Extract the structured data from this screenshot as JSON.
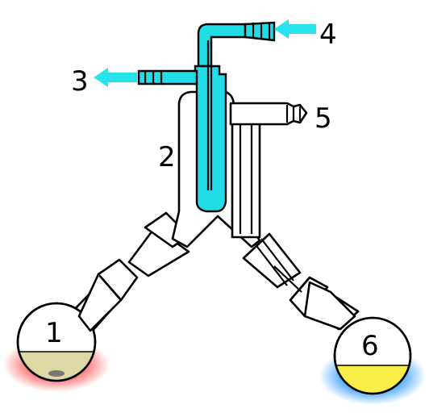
{
  "labels": {
    "l1": "1",
    "l2": "2",
    "l3": "3",
    "l4": "4",
    "l5": "5",
    "l6": "6"
  },
  "colors": {
    "coolant": "#22dde6",
    "coolant_arrow": "#26e3ec",
    "liquid_left": "#dcd9a4",
    "liquid_right": "#f7ee47",
    "heat_glow": "#ff6b6b",
    "cold_glow": "#3aa0ff"
  }
}
